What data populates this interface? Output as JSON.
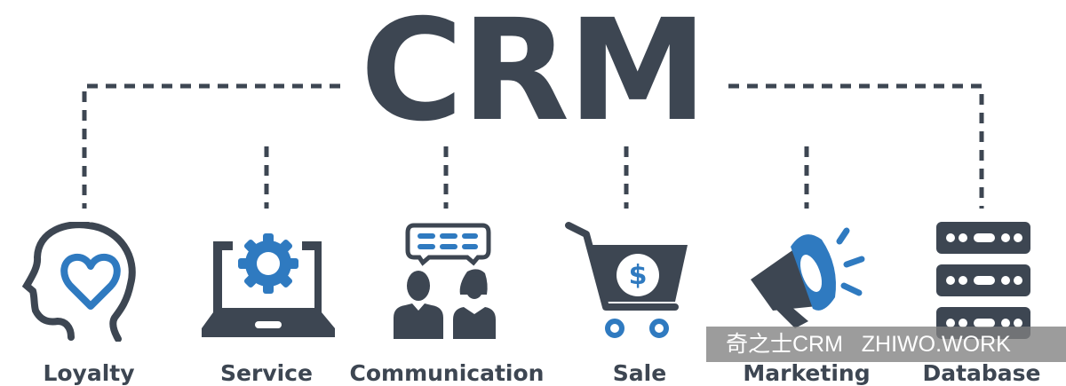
{
  "title": "CRM",
  "colors": {
    "dark": "#3d4652",
    "accent": "#2f7ac0"
  },
  "items": [
    {
      "label": "Loyalty",
      "icon": "head-heart-icon"
    },
    {
      "label": "Service",
      "icon": "laptop-gear-icon"
    },
    {
      "label": "Communication",
      "icon": "people-chat-icon"
    },
    {
      "label": "Sale",
      "icon": "shopping-cart-dollar-icon"
    },
    {
      "label": "Marketing",
      "icon": "megaphone-icon"
    },
    {
      "label": "Database",
      "icon": "server-stack-icon"
    }
  ],
  "watermark": "奇之士CRM   ZHIWO.WORK"
}
